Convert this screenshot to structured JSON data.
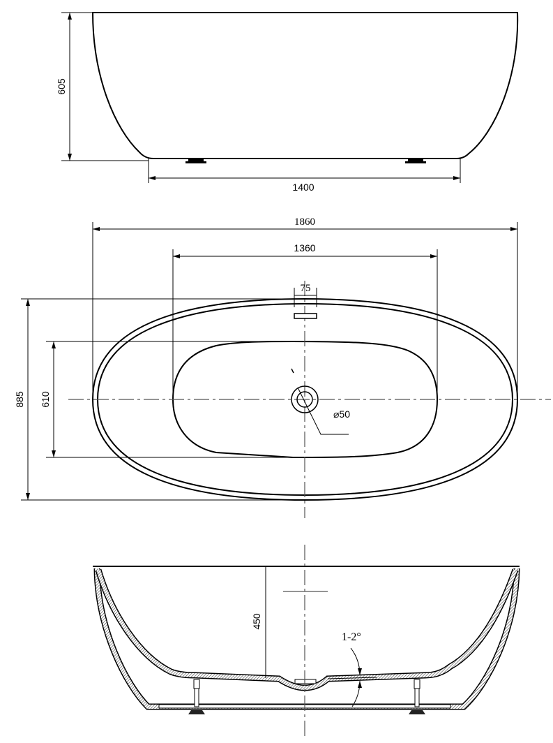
{
  "title": "Freestanding bathtub technical drawing",
  "side_view": {
    "height_label": "605",
    "base_length_label": "1400"
  },
  "plan_view": {
    "overall_length_label": "1860",
    "inner_length_label": "1360",
    "overflow_width_label": "75",
    "overall_width_label": "885",
    "inner_width_label": "610",
    "drain_label": "⌀50"
  },
  "section_view": {
    "depth_label": "450",
    "slope_label": "1-2°"
  }
}
